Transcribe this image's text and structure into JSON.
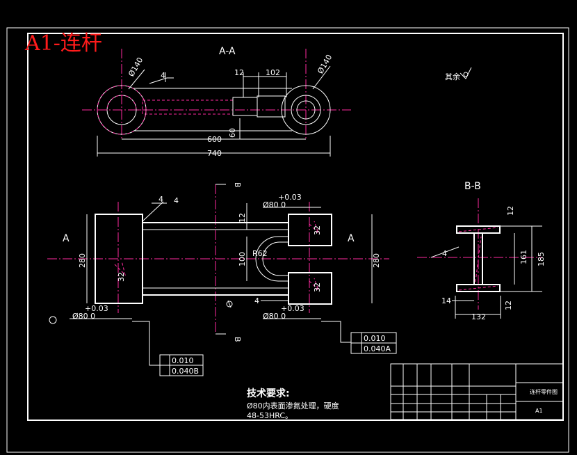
{
  "title": "A1-连杆",
  "sections": {
    "aa": "A-A",
    "bb": "B-B"
  },
  "top_view_dims": [
    "Ø140",
    "Ø140",
    "4",
    "12",
    "102",
    "60",
    "600",
    "740"
  ],
  "front_view_dims": [
    "B",
    "B",
    "4",
    "4",
    "+0.03",
    "Ø80 0",
    "12",
    "32",
    "R62",
    "100",
    "280",
    "280",
    "A",
    "A",
    "32",
    "32",
    "+0.03",
    "Ø80 0",
    "4",
    "+0.03",
    "Ø80 0"
  ],
  "section_dims": [
    "12",
    "185",
    "161",
    "4",
    "14",
    "12",
    "132"
  ],
  "tolerance_frames": {
    "right": {
      "row1": "0.010",
      "row2": "0.040A"
    },
    "left": {
      "row1": "0.010",
      "row2": "0.040B"
    }
  },
  "roughness_note": "其余",
  "tech_requirements": {
    "heading": "技术要求:",
    "line1": "Ø80内表面渗氮处理，硬度",
    "line2": "48-53HRC。"
  },
  "title_block": {
    "name": "连杆零件图",
    "sheet": "A1"
  }
}
